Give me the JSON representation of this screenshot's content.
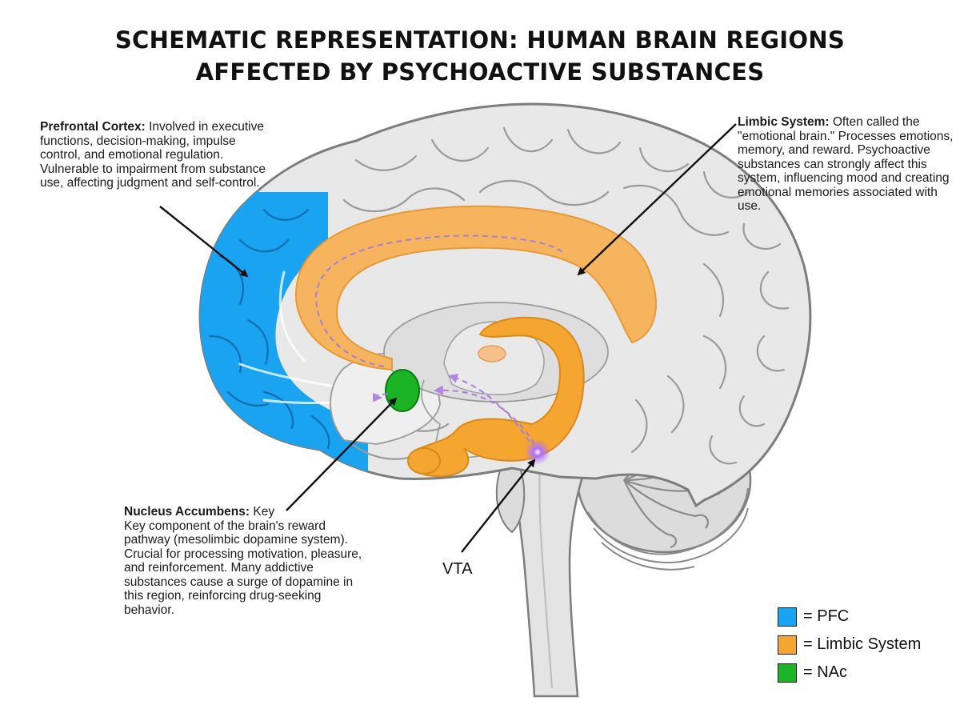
{
  "title": {
    "line1": "SCHEMATIC REPRESENTATION: HUMAN BRAIN REGIONS",
    "line2": "AFFECTED BY PSYCHOACTIVE SUBSTANCES"
  },
  "annotations": {
    "pfc": {
      "heading": "Prefrontal Cortex:",
      "body": "Involved in executive functions, decision-making, impulse control, and emotional regulation. Vulnerable to impairment from substance use, affecting judgment and self-control."
    },
    "limbic": {
      "heading": "Limbic System:",
      "body": "Often called the \"emotional brain.\" Processes emotions, memory, and reward. Psychoactive substances can strongly affect this system, influencing mood and creating emotional memories associated with use."
    },
    "nac": {
      "heading": "Nucleus Accumbens:",
      "heading_suffix": "Key",
      "body": "Key component of the brain's reward pathway (mesolimbic dopamine system). Crucial for processing motivation, pleasure, and reinforcement. Many addictive substances cause a surge of dopamine in this region, reinforcing drug-seeking behavior."
    },
    "vta": "VTA"
  },
  "legend": [
    {
      "label": "= PFC",
      "color": "#1aa3f0"
    },
    {
      "label": "= Limbic System",
      "color": "#f4a630"
    },
    {
      "label": "= NAc",
      "color": "#1cb52a"
    }
  ],
  "colors": {
    "pfc": "#1aa3f0",
    "limbic": "#f4b05a",
    "nac": "#19b324",
    "vta": "#9b3ff0",
    "brain_fill": "#e6e6e6",
    "brain_outline": "#7d7d7d",
    "pathway": "#a87fd6"
  }
}
